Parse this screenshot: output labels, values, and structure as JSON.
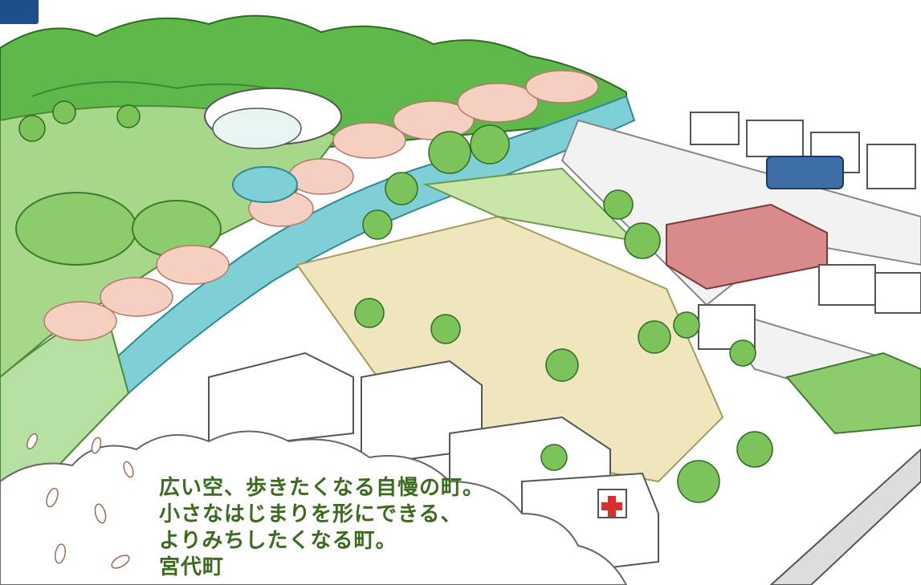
{
  "header": {
    "title": "",
    "accent_color": "#1f4e8c"
  },
  "slogan": {
    "line1": "広い空、歩きたくなる自慢の町。",
    "line2": "小さなはじまりを形にできる、",
    "line3": "よりみちしたくなる町。",
    "line4": "宮代町"
  },
  "colors": {
    "mountain": "#5fb84a",
    "field": "#a7d88a",
    "river": "#7fcfd6",
    "plaza": "#efe6bd",
    "blossom": "#f5cfc0",
    "slogan_text": "#3a6b1e"
  }
}
